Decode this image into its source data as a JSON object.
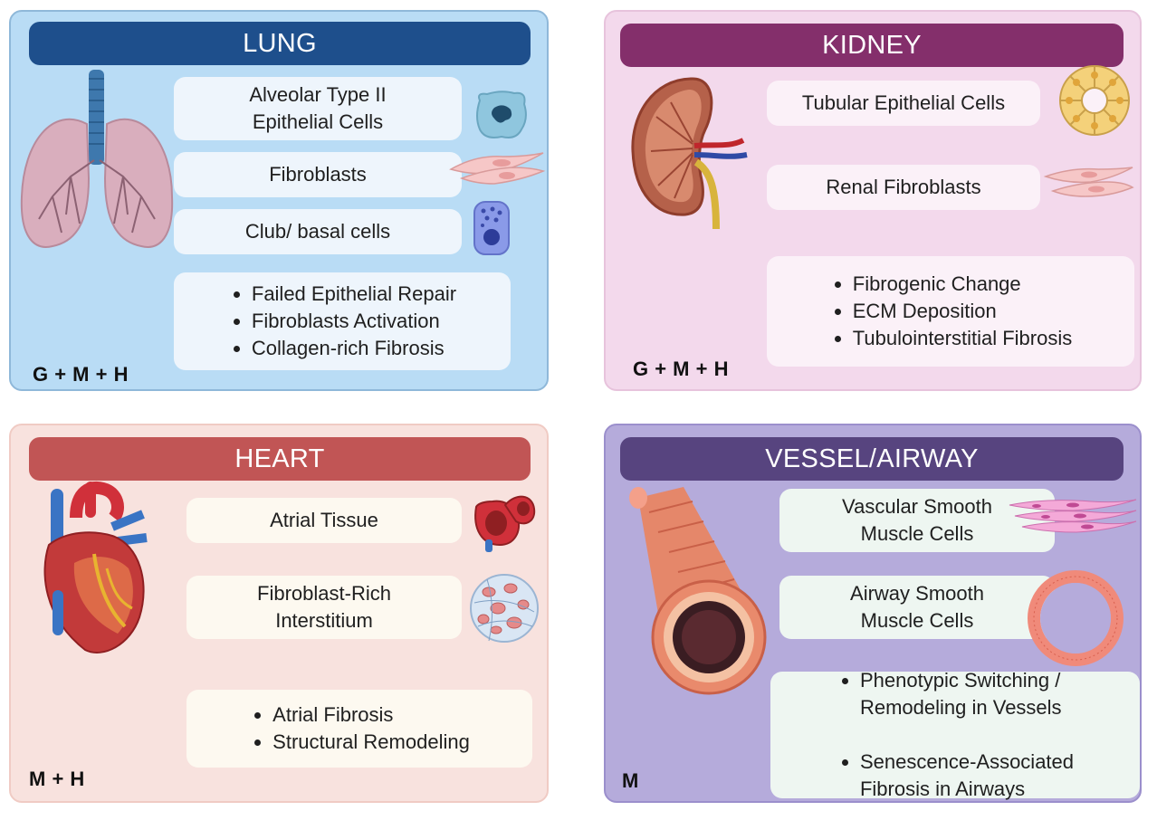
{
  "panels": {
    "lung": {
      "title": "LUNG",
      "items": [
        "Alveolar Type II\nEpithelial Cells",
        "Fibroblasts",
        "Club/ basal cells"
      ],
      "bullets": [
        "Failed Epithelial Repair",
        "Fibroblasts Activation",
        "Collagen-rich Fibrosis"
      ],
      "tag": "G + M + H",
      "colors": {
        "bg": "#b9dcf5",
        "border": "#8fb8d9",
        "banner": "#1e4f8c",
        "box": "#eef5fc"
      }
    },
    "kidney": {
      "title": "KIDNEY",
      "items": [
        "Tubular Epithelial Cells",
        "Renal Fibroblasts"
      ],
      "bullets": [
        "Fibrogenic Change",
        "ECM Deposition",
        "Tubulointerstitial Fibrosis"
      ],
      "tag": "G + M + H",
      "colors": {
        "bg": "#f3d9ec",
        "border": "#e7c3dc",
        "banner": "#842f6b",
        "box": "#fbf1f8"
      }
    },
    "heart": {
      "title": "HEART",
      "items": [
        "Atrial Tissue",
        "Fibroblast-Rich\nInterstitium"
      ],
      "bullets": [
        "Atrial Fibrosis",
        "Structural Remodeling"
      ],
      "tag": "M + H",
      "colors": {
        "bg": "#f8e2de",
        "border": "#f0cbc4",
        "banner": "#c15555",
        "box": "#fdf9f0"
      }
    },
    "vessel": {
      "title": "VESSEL/AIRWAY",
      "items": [
        "Vascular Smooth\nMuscle Cells",
        "Airway Smooth\nMuscle Cells"
      ],
      "bullets": [
        "Phenotypic Switching /\nRemodeling in Vessels",
        "Senescence-Associated\nFibrosis in Airways"
      ],
      "tag": "M",
      "colors": {
        "bg": "#b5abdb",
        "border": "#9b8fcc",
        "banner": "#57447f",
        "box": "#eef6f1"
      }
    }
  },
  "icons": {
    "lung_organ": "lungs-icon",
    "kidney_organ": "kidney-icon",
    "heart_organ": "heart-icon",
    "vessel_organ": "vessel-icon",
    "at2_cell": "alveolar-cell-icon",
    "fibroblast_cell": "fibroblast-icon",
    "club_cell": "club-cell-icon",
    "tubule": "tubule-icon",
    "renal_fibroblast": "renal-fibroblast-icon",
    "atrial_tissue": "atrial-tissue-icon",
    "interstitium": "interstitium-icon",
    "smooth_muscle_sheet": "smooth-muscle-icon",
    "airway_ring": "airway-ring-icon"
  }
}
